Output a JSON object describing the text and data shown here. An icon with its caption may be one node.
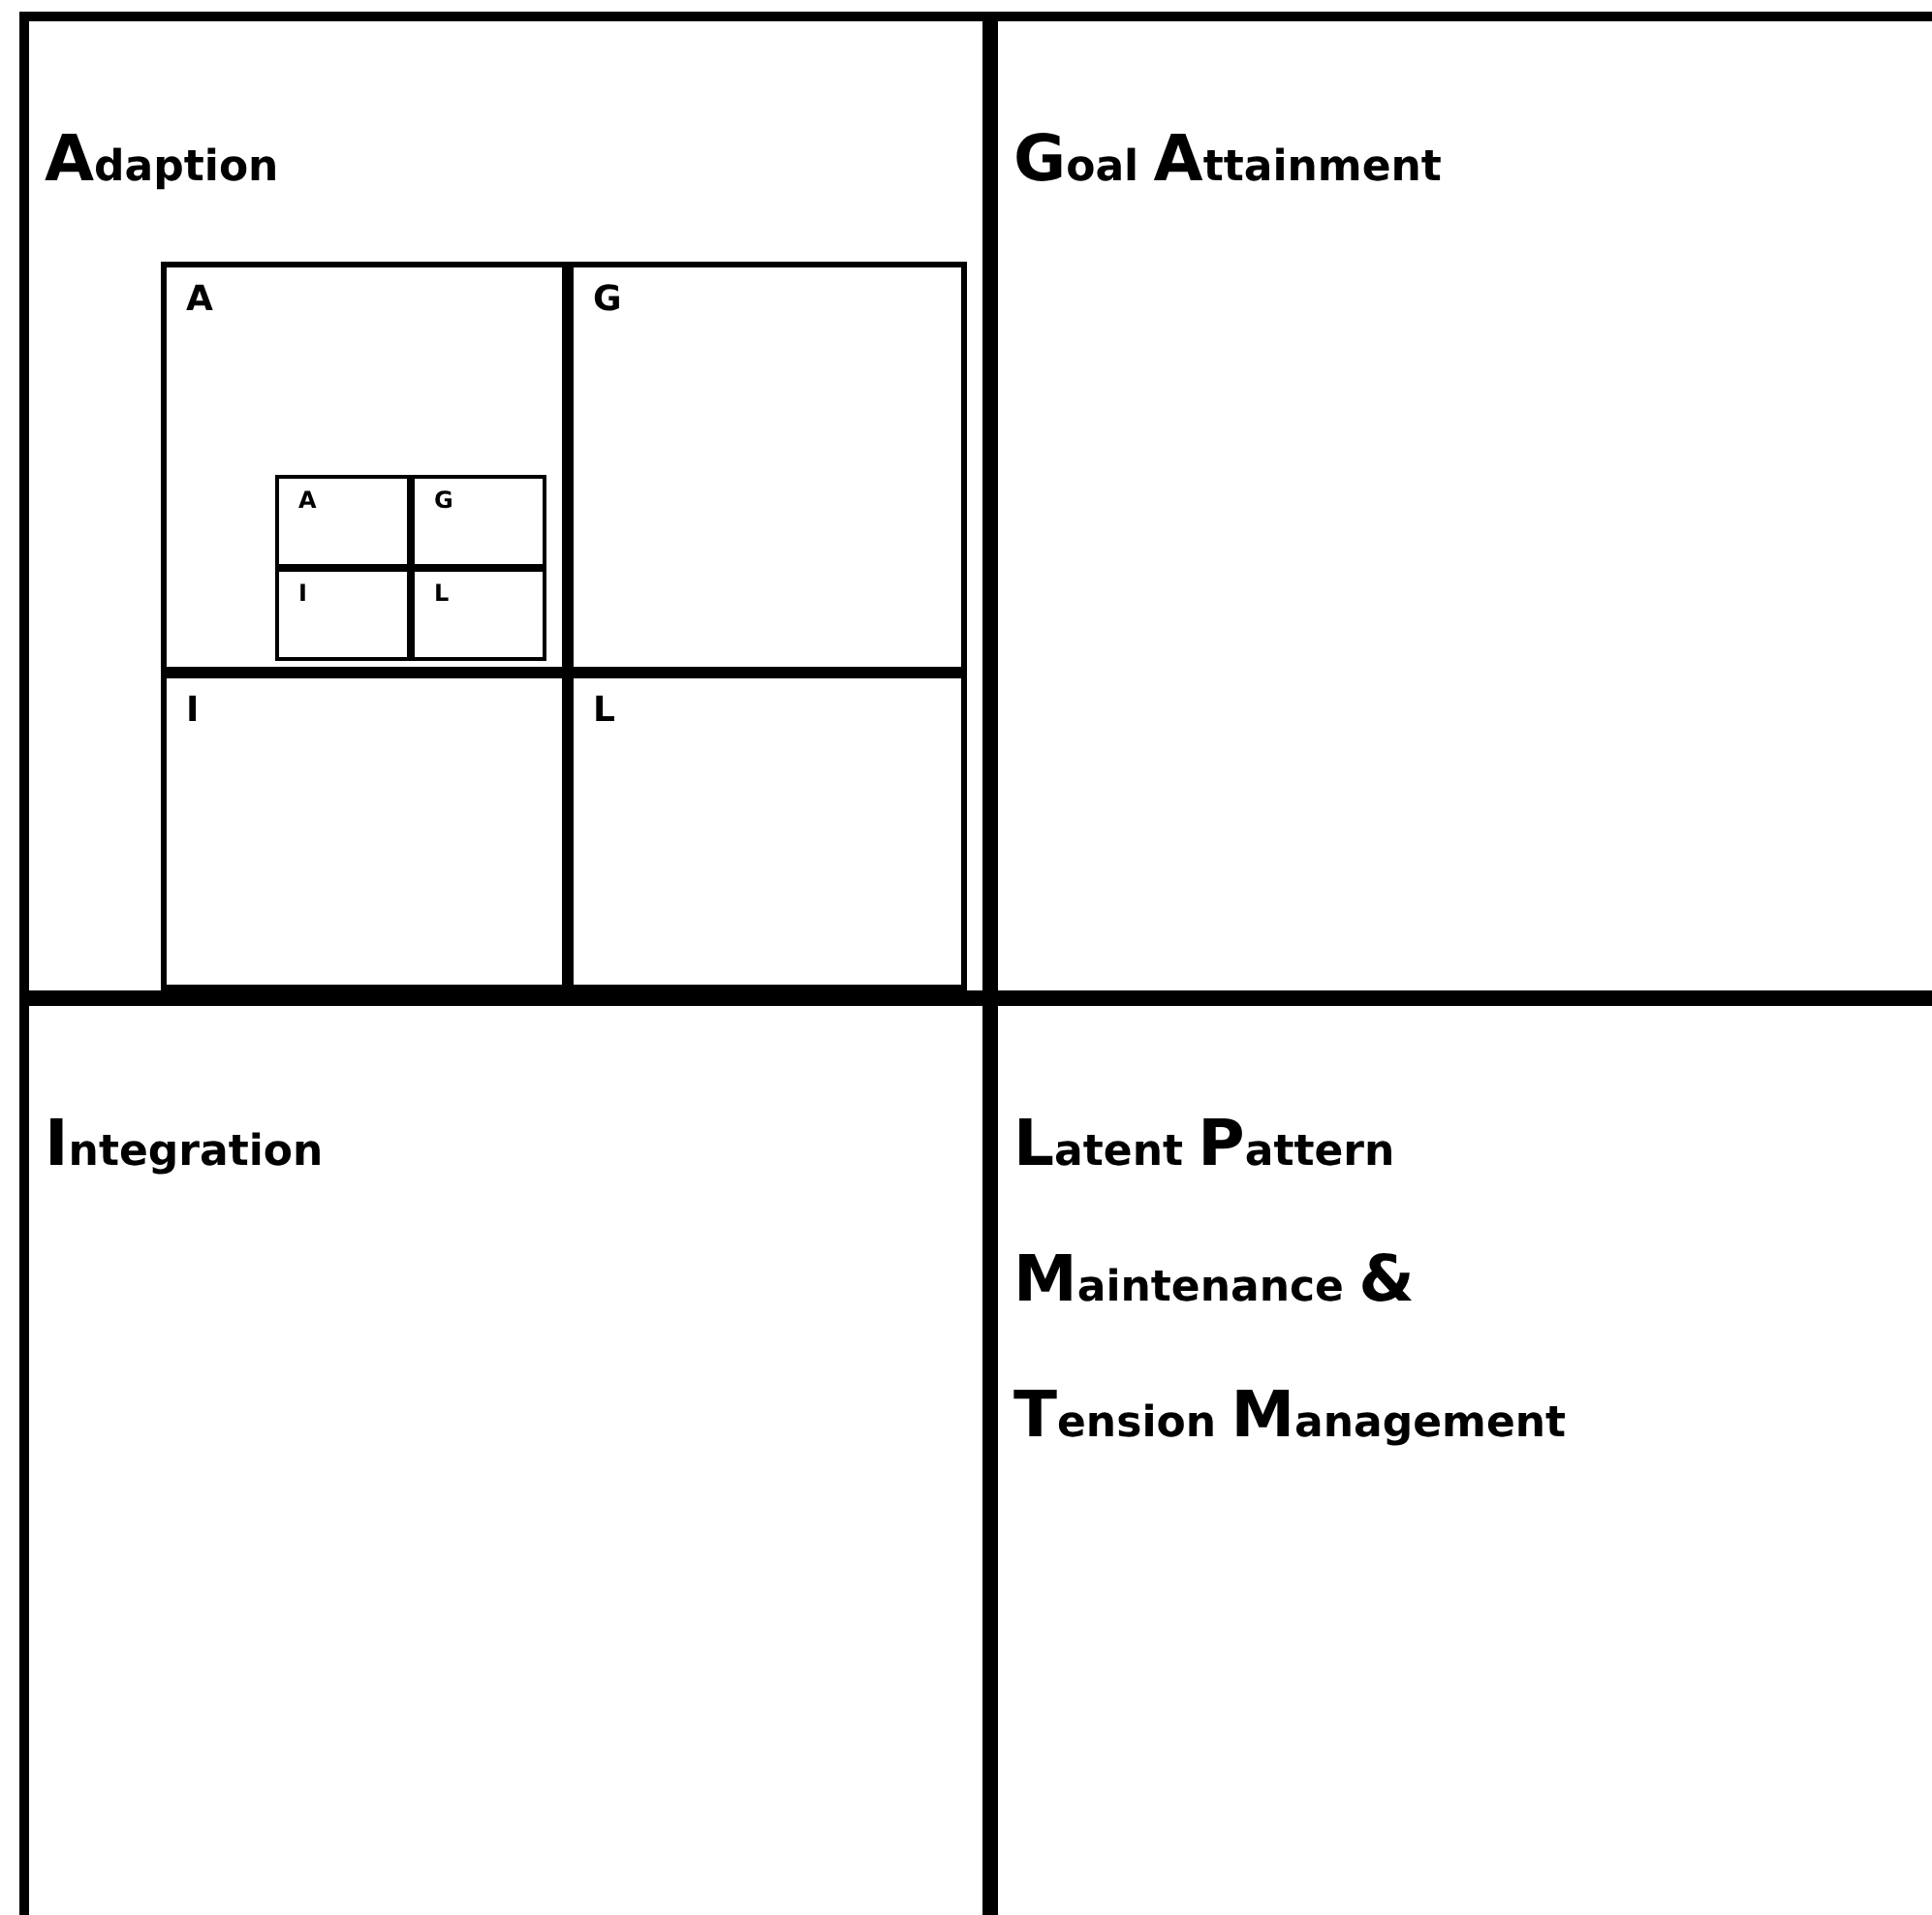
{
  "diagram": {
    "nodes": [
      {
        "text": [
          "Adaption"
        ]
      },
      {
        "text": [
          "A"
        ],
        "in": 0
      },
      {
        "text": [
          "A"
        ],
        "in": 1
      },
      {
        "text": [
          "G"
        ],
        "in": 1
      },
      {
        "text": [
          "I"
        ],
        "in": 1
      },
      {
        "text": [
          "L"
        ],
        "in": 1
      },
      {
        "text": [
          "G"
        ],
        "in": 0
      },
      {
        "text": [
          "I"
        ],
        "in": 0
      },
      {
        "text": [
          "L"
        ],
        "in": 0
      },
      {
        "text": [
          "Goal Attainment"
        ]
      },
      {
        "text": [
          "Integration"
        ]
      },
      {
        "text": [
          "Latent Pattern Maintenance & Tension Management"
        ]
      }
    ]
  }
}
